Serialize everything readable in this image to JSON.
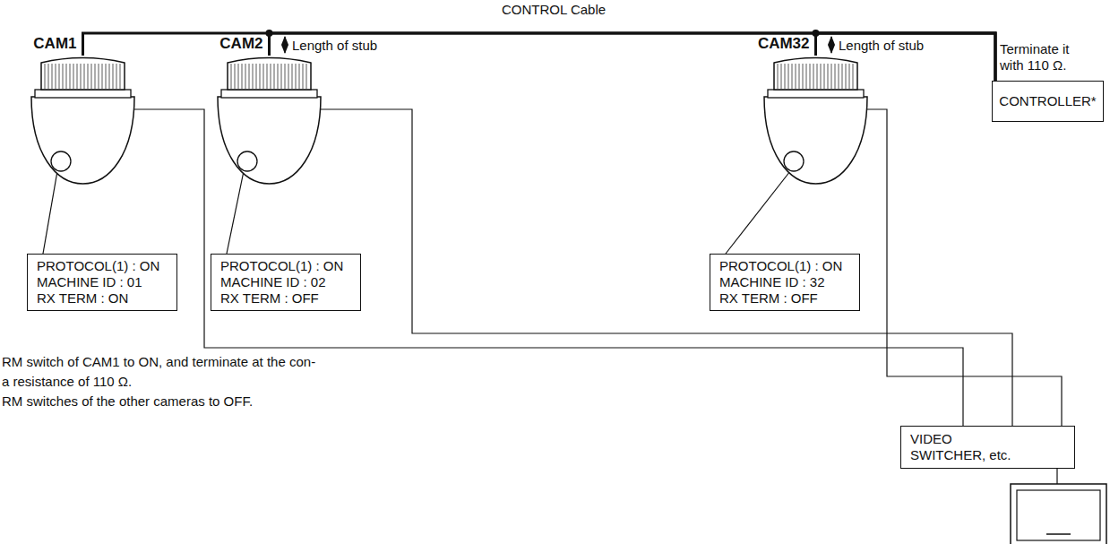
{
  "diagram": {
    "nodes": [
      {
        "text": [
          "CAM1"
        ]
      },
      {
        "text": [
          "CAM2"
        ]
      },
      {
        "text": [
          "CAM32"
        ]
      },
      {
        "text": [
          "CONTROLLER*"
        ]
      },
      {
        "text": [
          "PROTOCOL(1) : ON",
          "MACHINE ID : 01",
          "RX TERM : ON"
        ]
      },
      {
        "text": [
          "PROTOCOL(1) : ON",
          "MACHINE ID : 02",
          "RX TERM : OFF"
        ]
      },
      {
        "text": [
          "PROTOCOL(1) : ON",
          "MACHINE ID : 32",
          "RX TERM : OFF"
        ]
      },
      {
        "text": [
          "VIDEO SWITCHER, etc."
        ]
      }
    ],
    "edges": [
      {
        "from": 0,
        "to": 3,
        "arrow": "none"
      },
      {
        "from": 1,
        "to": 3,
        "arrow": "none"
      },
      {
        "from": 2,
        "to": 3,
        "arrow": "none"
      },
      {
        "from": 4,
        "to": 0,
        "arrow": "none"
      },
      {
        "from": 5,
        "to": 1,
        "arrow": "none"
      },
      {
        "from": 6,
        "to": 2,
        "arrow": "none"
      },
      {
        "from": 0,
        "to": 7,
        "arrow": "none"
      },
      {
        "from": 1,
        "to": 7,
        "arrow": "none"
      },
      {
        "from": 2,
        "to": 7,
        "arrow": "none"
      }
    ],
    "labels": [
      "CONTROL Cable",
      "Length of stub",
      "Length of stub",
      "Terminate it with 110 Ω.",
      "RM switch of CAM1 to ON, and terminate at the con-",
      "a resistance of 110 Ω.",
      "RM switches of the other cameras to OFF."
    ]
  }
}
